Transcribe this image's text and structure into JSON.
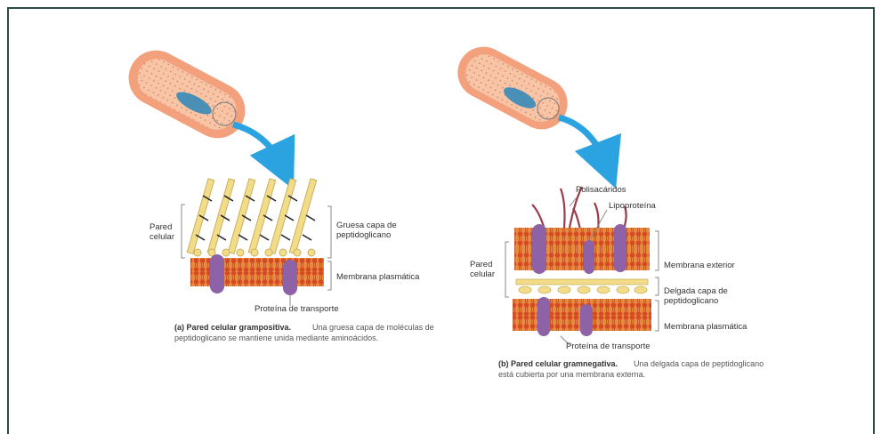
{
  "panel_a": {
    "label_wall": "Pared celular",
    "label_thick_layer": "Gruesa capa de peptidoglicano",
    "label_membrane": "Membrana plasmática",
    "label_transport": "Proteína de transporte",
    "caption_bold": "(a) Pared celular grampositiva.",
    "caption_text": "Una gruesa capa de moléculas de peptidoglicano se mantiene unida mediante aminoácidos."
  },
  "panel_b": {
    "label_polysaccharides": "Polisacáridos",
    "label_lipoprotein": "Lipoproteína",
    "label_wall": "Pared celular",
    "label_outer_membrane": "Membrana exterior",
    "label_thin_layer": "Delgada capa de peptidoglicano",
    "label_membrane": "Membrana plasmática",
    "label_transport": "Proteína de transporte",
    "caption_bold": "(b) Pared celular gramnegativa.",
    "caption_text": "Una delgada capa de peptidoglicano está cubierta por una membrana externa."
  },
  "colors": {
    "frame": "#2f4a44",
    "cell_body": "#f3a07c",
    "arrow": "#2aa3e0",
    "peptidoglycan": "#f2dc8a",
    "membrane": "#d9552b",
    "protein": "#8e62a6",
    "polysaccharide": "#9b3a4a"
  }
}
